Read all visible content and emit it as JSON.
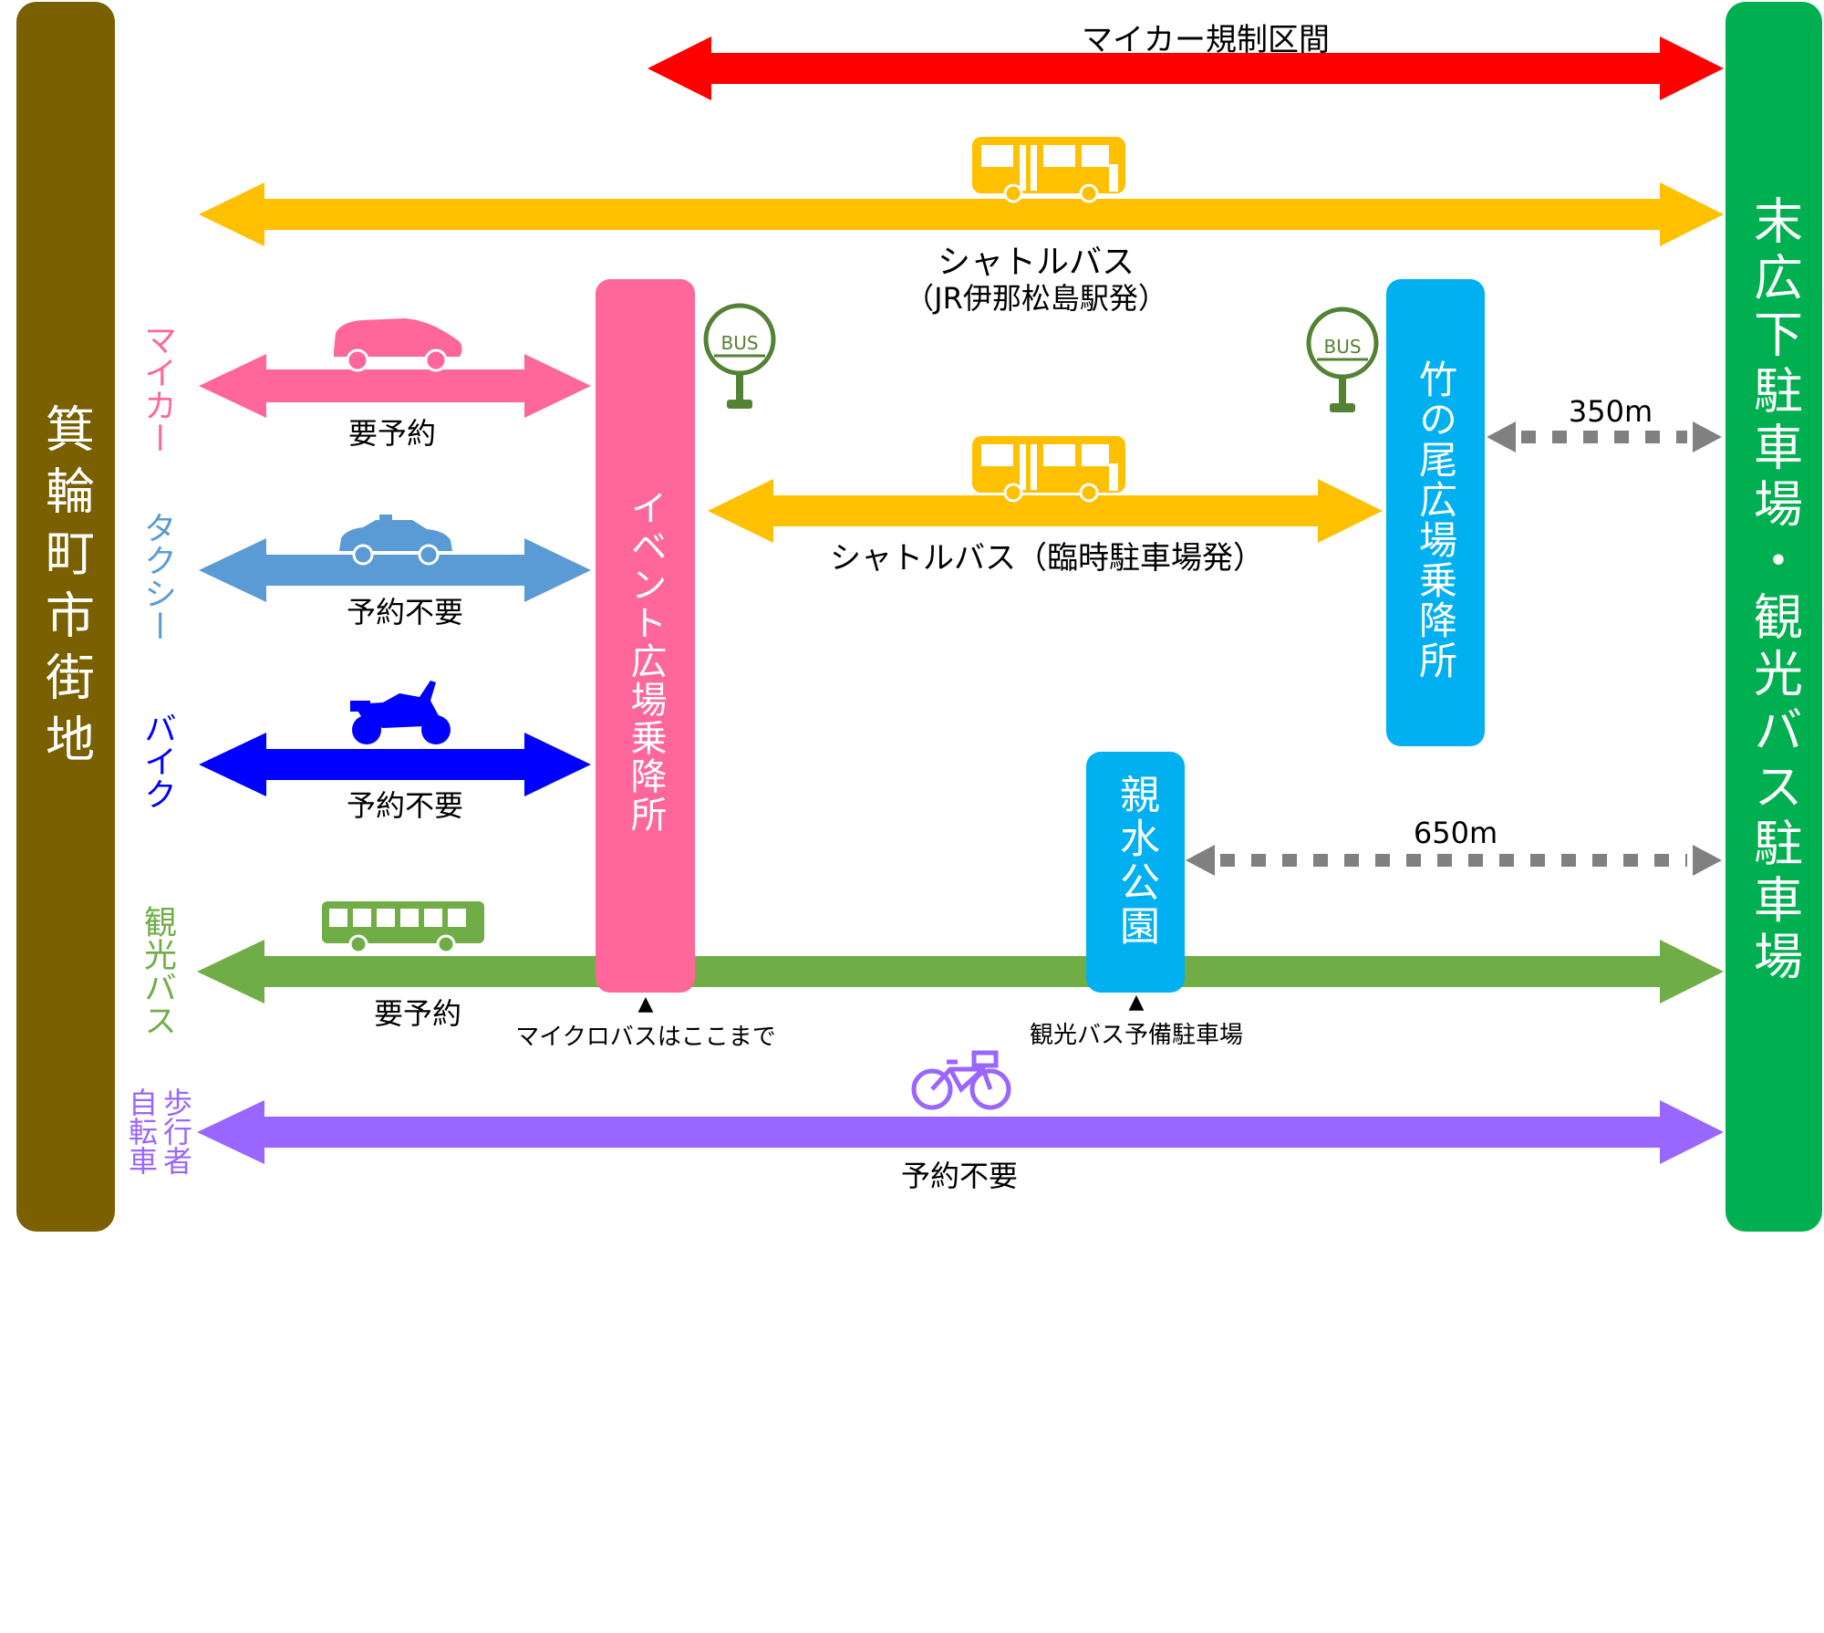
{
  "colors": {
    "left_bar": "#7a6000",
    "right_bar": "#00b050",
    "restriction": "#ff0000",
    "shuttle": "#ffc000",
    "mycar": "#ff6699",
    "taxi": "#5b9bd5",
    "bike": "#0000ff",
    "tourbus": "#70ad47",
    "walk": "#9966ff",
    "event_plaza": "#ff6699",
    "stop": "#00b0f0",
    "dots": "#808080",
    "bus_sign": "#548235"
  },
  "left_area": "箕輪町市街地",
  "right_area": "末広下駐車場・観光バス駐車場",
  "restriction_label": "マイカー規制区間",
  "shuttle_main": {
    "line1": "シャトルバス",
    "line2": "（JR伊那松島駅発）"
  },
  "shuttle_temp": "シャトルバス（臨時駐車場発）",
  "event_plaza": "イベント広場乗降所",
  "takenoo": "竹の尾広場乗降所",
  "shinsui": "親水公園",
  "modes": {
    "mycar": {
      "name": "マイカー",
      "note": "要予約"
    },
    "taxi": {
      "name": "タクシー",
      "note": "予約不要"
    },
    "bike": {
      "name": "バイク",
      "note": "予約不要"
    },
    "tourbus": {
      "name": "観光バス",
      "note": "要予約"
    },
    "walk": {
      "name_a": "歩行者",
      "name_b": "自転車",
      "note": "予約不要"
    }
  },
  "dist_takenoo": "350m",
  "dist_shinsui": "650m",
  "micro_note": "▲\nマイクロバスはここまで",
  "micro_note_arrow": "▲",
  "micro_note_text": "マイクロバスはここまで",
  "reserve_note_arrow": "▲",
  "reserve_note_text": "観光バス予備駐車場",
  "bus_sign_text": "BUS",
  "icons": [
    "bus-icon",
    "car-icon",
    "taxi-icon",
    "motorcycle-icon",
    "tour-bus-icon",
    "bicycle-icon",
    "bus-stop-sign-icon"
  ]
}
